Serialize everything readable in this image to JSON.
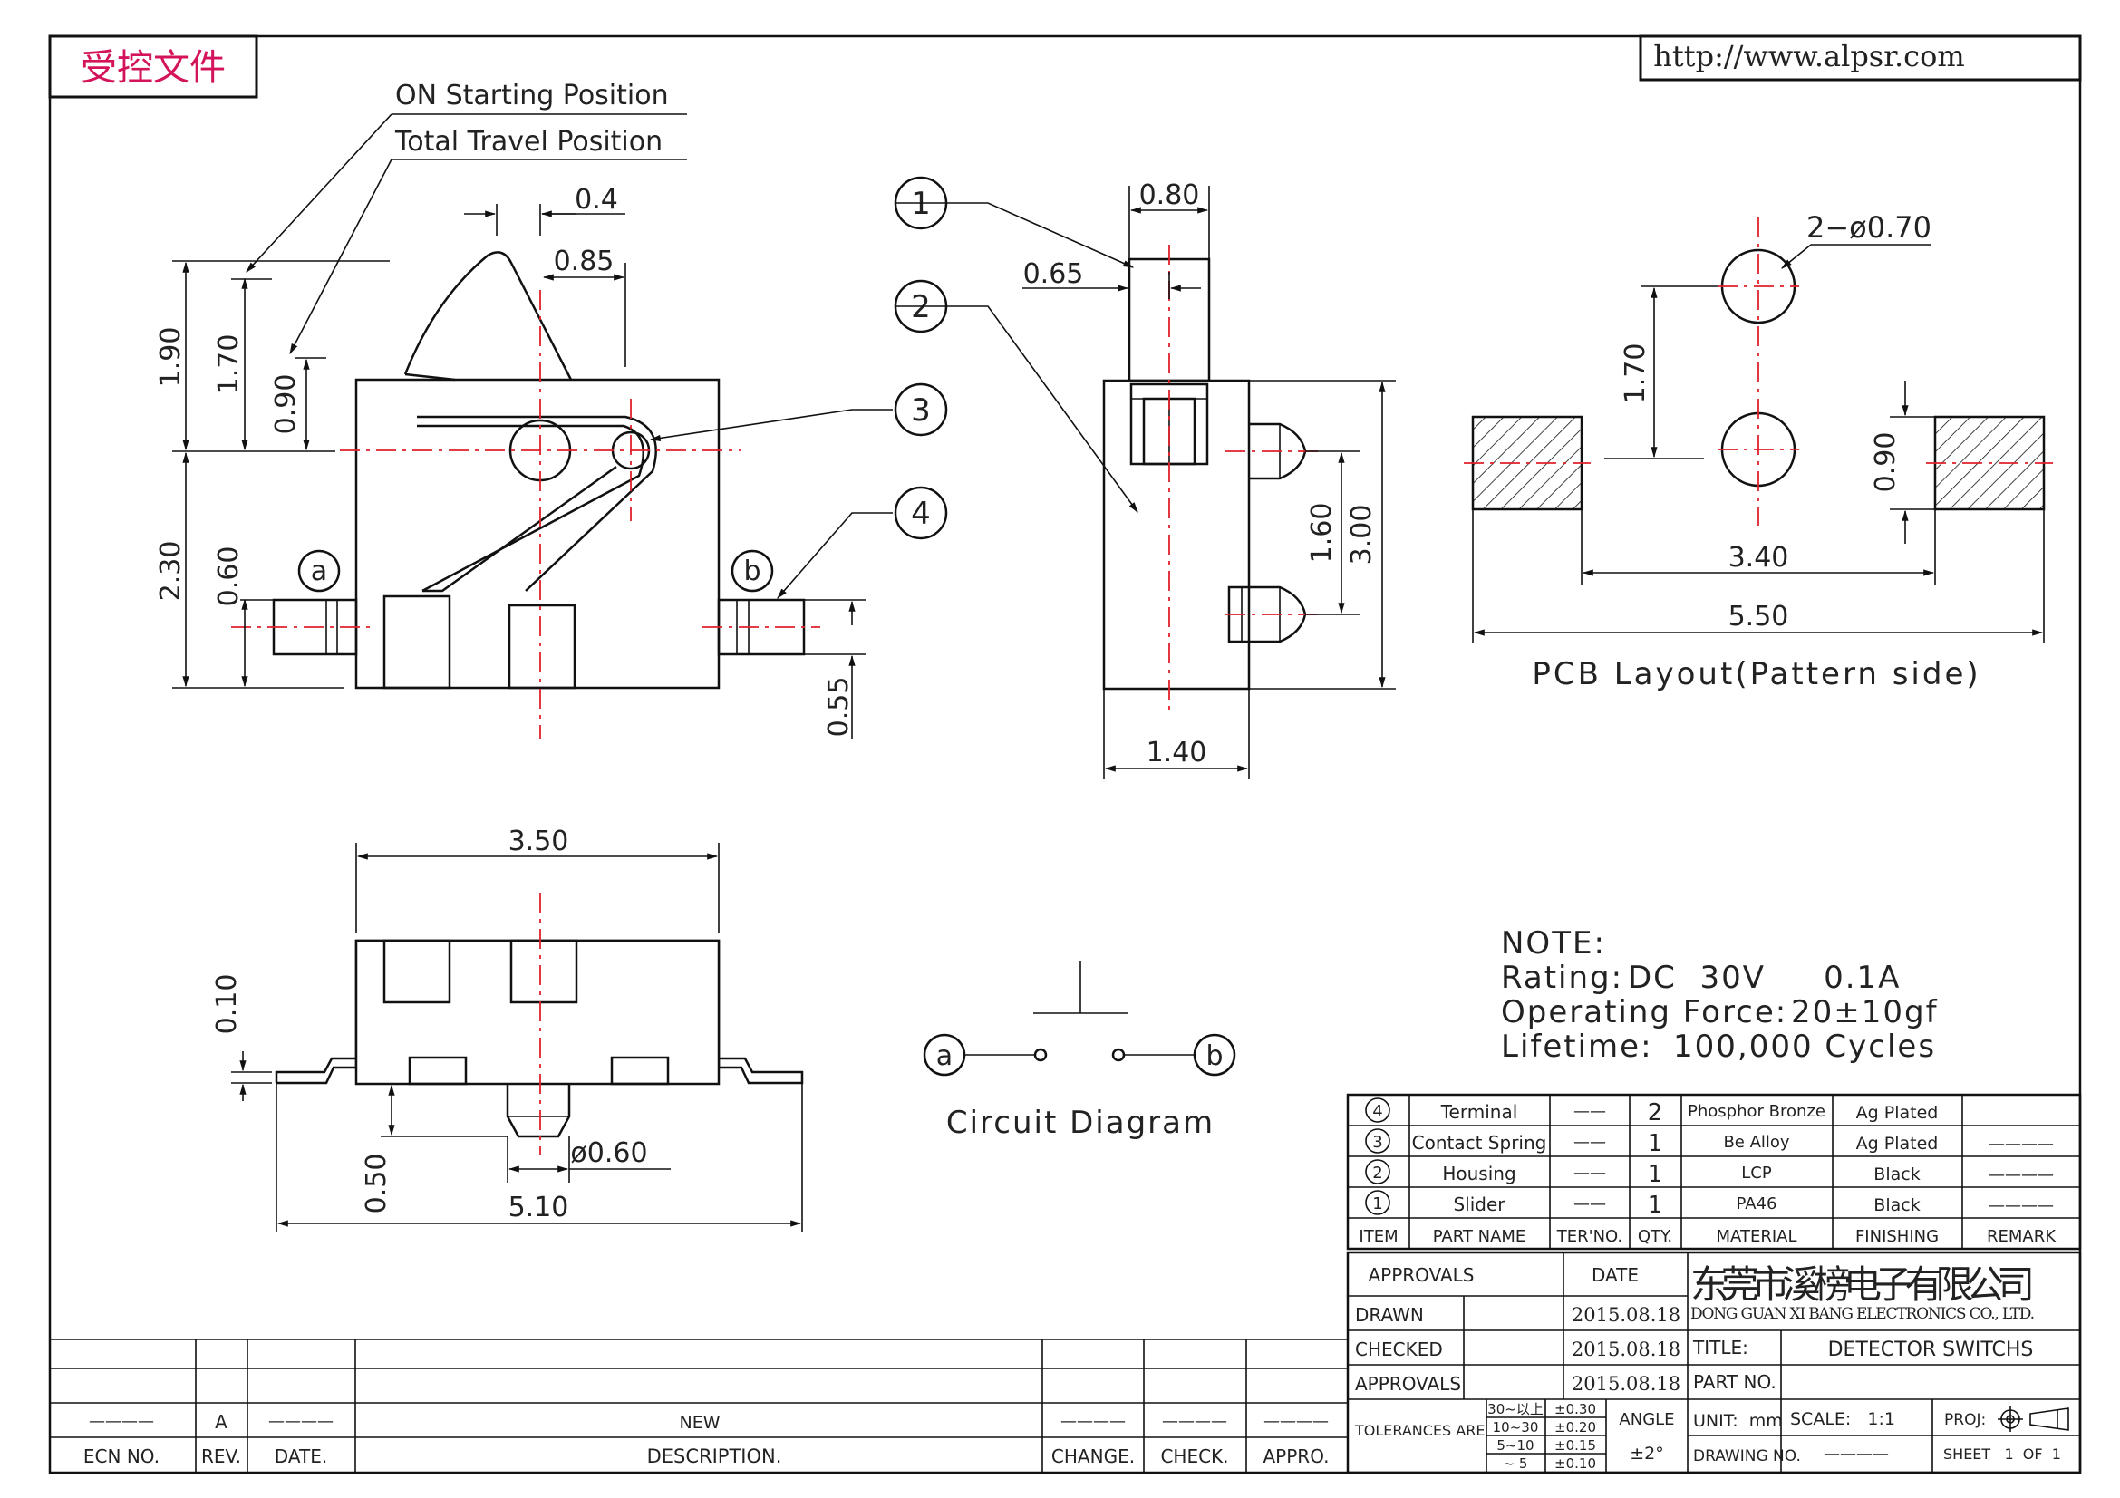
{
  "stamp": {
    "text": "受控文件",
    "color": "#d4145a"
  },
  "website": "http://www.alpsr.com",
  "callouts": {
    "on_starting": "ON Starting Position",
    "total_travel": "Total Travel Position"
  },
  "markers": {
    "one": "1",
    "two": "2",
    "three": "3",
    "four": "4",
    "a": "a",
    "b": "b"
  },
  "front_view": {
    "d_0_4": "0.4",
    "d_0_85": "0.85",
    "d_1_90": "1.90",
    "d_1_70": "1.70",
    "d_0_90": "0.90",
    "d_2_30": "2.30",
    "d_0_60": "0.60",
    "d_0_55": "0.55"
  },
  "side_view": {
    "d_0_80": "0.80",
    "d_0_65": "0.65",
    "d_1_60": "1.60",
    "d_3_00": "3.00",
    "d_1_40": "1.40"
  },
  "pcb_layout": {
    "d_holes": "2−ø0.70",
    "d_1_70": "1.70",
    "d_0_90": "0.90",
    "d_3_40": "3.40",
    "d_5_50": "5.50",
    "caption": "PCB Layout(Pattern side)"
  },
  "bottom_view": {
    "d_3_50": "3.50",
    "d_0_10": "0.10",
    "d_0_60": "ø0.60",
    "d_0_50": "0.50",
    "d_5_10": "5.10"
  },
  "circuit": {
    "caption": "Circuit Diagram"
  },
  "notes": {
    "heading": "NOTE:",
    "rating_label": "Rating:",
    "rating_value": "DC  30V     0.1A",
    "force_label": "Operating Force:",
    "force_value": "20±10gf",
    "life_label": "Lifetime:",
    "life_value": "100,000 Cycles"
  },
  "bom": {
    "rows": [
      {
        "item": "4",
        "part": "Terminal",
        "ter": "——",
        "qty": "2",
        "material": "Phosphor Bronze",
        "finishing": "Ag Plated",
        "remark": ""
      },
      {
        "item": "3",
        "part": "Contact Spring",
        "ter": "——",
        "qty": "1",
        "material": "Be Alloy",
        "finishing": "Ag Plated",
        "remark": "————"
      },
      {
        "item": "2",
        "part": "Housing",
        "ter": "——",
        "qty": "1",
        "material": "LCP",
        "finishing": "Black",
        "remark": "————"
      },
      {
        "item": "1",
        "part": "Slider",
        "ter": "——",
        "qty": "1",
        "material": "PA46",
        "finishing": "Black",
        "remark": "————"
      }
    ],
    "headers": {
      "item": "ITEM",
      "part": "PART NAME",
      "ter": "TER'NO.",
      "qty": "QTY.",
      "material": "MATERIAL",
      "finishing": "FINISHING",
      "remark": "REMARK"
    }
  },
  "title_block": {
    "approvals_hdr": "APPROVALS",
    "date_hdr": "DATE",
    "company_cn": "东莞市溪榜电子有限公司",
    "company_en": "DONG GUAN XI BANG ELECTRONICS CO., LTD.",
    "drawn": "DRAWN",
    "drawn_date": "2015.08.18",
    "checked": "CHECKED",
    "checked_date": "2015.08.18",
    "approvals": "APPROVALS",
    "approvals_date": "2015.08.18",
    "title_label": "TITLE:",
    "title_value": "DETECTOR SWITCHS",
    "part_no_label": "PART NO.",
    "tolerances_label": "TOLERANCES ARE",
    "tol_rows": [
      {
        "range": "30~以上",
        "value": "±0.30"
      },
      {
        "range": "10~30",
        "value": "±0.20"
      },
      {
        "range": "5~10",
        "value": "±0.15"
      },
      {
        "range": "~ 5",
        "value": "±0.10"
      }
    ],
    "angle_label": "ANGLE",
    "angle_value": "±2°",
    "unit": "UNIT:  mm",
    "scale": "SCALE:   1:1",
    "proj": "PROJ:",
    "drawing_no": "DRAWING NO.",
    "drawing_dash": "————",
    "sheet": "SHEET   1  OF  1"
  },
  "revision": {
    "ecn_dash": "————",
    "rev_value": "A",
    "date_dash": "————",
    "description": "NEW",
    "change_dash": "————",
    "check_dash": "————",
    "appro_dash": "————",
    "ecn_hdr": "ECN NO.",
    "rev_hdr": "REV.",
    "date_hdr": "DATE.",
    "desc_hdr": "DESCRIPTION.",
    "change_hdr": "CHANGE.",
    "check_hdr": "CHECK.",
    "appro_hdr": "APPRO."
  }
}
